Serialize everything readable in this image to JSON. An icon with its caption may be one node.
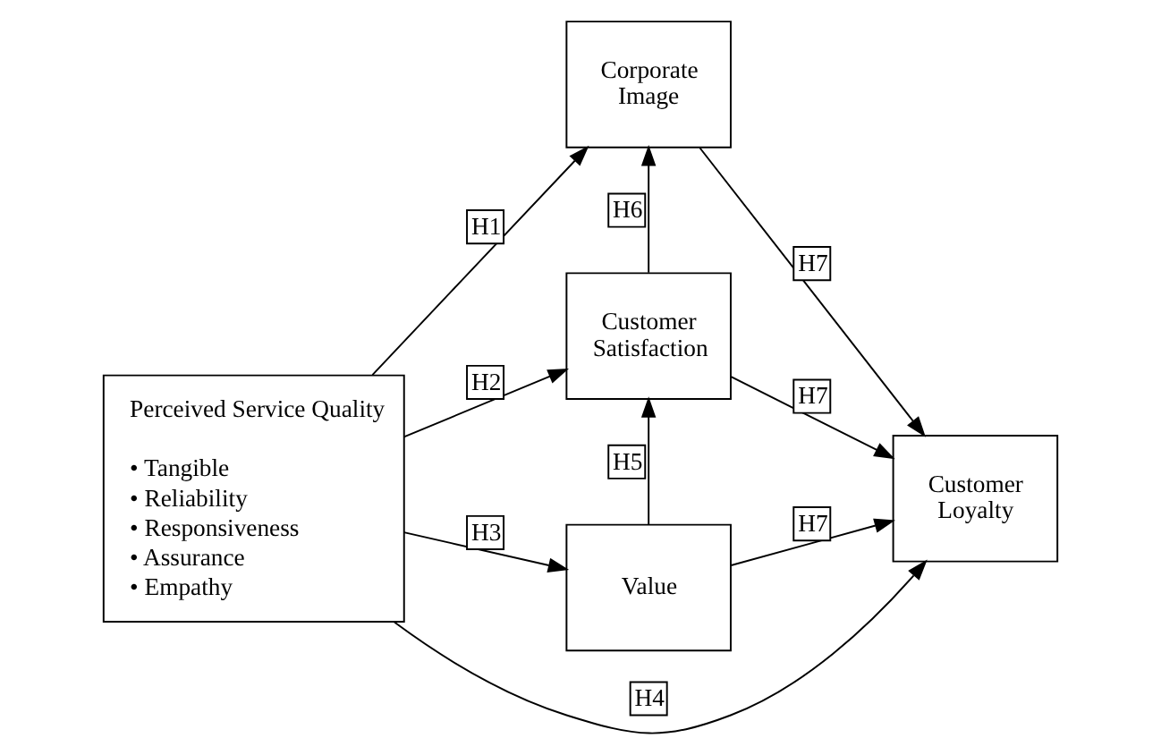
{
  "diagram": {
    "nodes": [
      {
        "text": [
          "Perceived Service Quality",
          "• Tangible",
          "• Reliability",
          "• Responsiveness",
          "• Assurance",
          "• Empathy"
        ]
      },
      {
        "text": [
          "Corporate Image"
        ]
      },
      {
        "text": [
          "Customer Satisfaction"
        ]
      },
      {
        "text": [
          "Value"
        ]
      },
      {
        "text": [
          "Customer Loyalty"
        ]
      }
    ],
    "edges": [
      {
        "from": 0,
        "to": 1,
        "arrow": "to",
        "label": "H1"
      },
      {
        "from": 0,
        "to": 2,
        "arrow": "to",
        "label": "H2"
      },
      {
        "from": 0,
        "to": 3,
        "arrow": "to",
        "label": "H3"
      },
      {
        "from": 0,
        "to": 4,
        "arrow": "to",
        "label": "H4"
      },
      {
        "from": 3,
        "to": 2,
        "arrow": "to",
        "label": "H5"
      },
      {
        "from": 2,
        "to": 1,
        "arrow": "to",
        "label": "H6"
      },
      {
        "from": 1,
        "to": 4,
        "arrow": "to",
        "label": "H7"
      },
      {
        "from": 2,
        "to": 4,
        "arrow": "to",
        "label": "H7"
      },
      {
        "from": 3,
        "to": 4,
        "arrow": "to",
        "label": "H7"
      }
    ]
  }
}
